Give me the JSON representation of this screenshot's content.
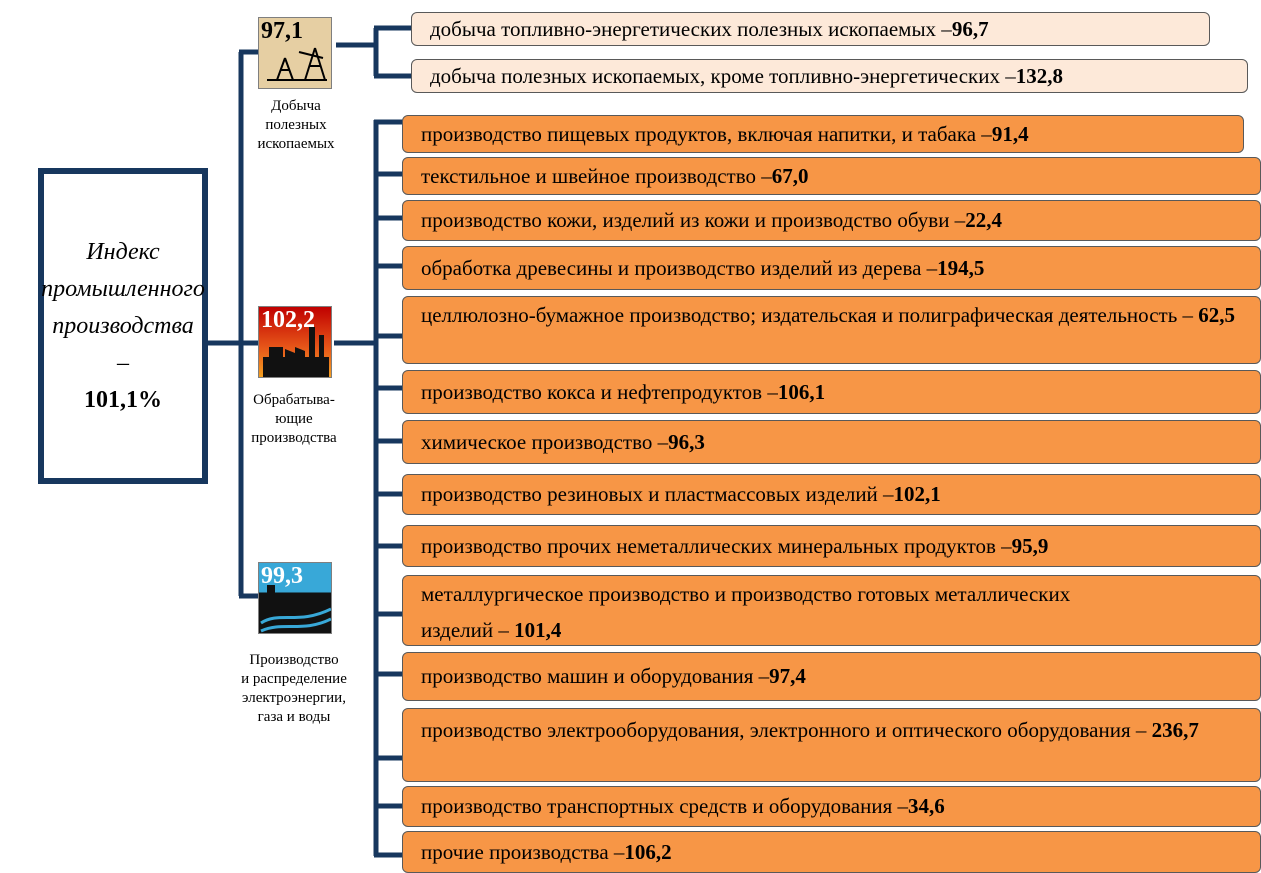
{
  "main": {
    "line1": "Индекс",
    "line2": "промышленного",
    "line3": "производства –",
    "value": "101,1%"
  },
  "sectors": [
    {
      "value": "97,1",
      "caption": [
        "Добыча",
        "полезных",
        "ископаемых"
      ],
      "icon": "oil-derrick-icon"
    },
    {
      "value": "102,2",
      "caption": [
        "Обрабатыва-",
        "ющие",
        "производства"
      ],
      "icon": "factory-icon"
    },
    {
      "value": "99,3",
      "caption": [
        "Производство",
        "и распределение",
        "электроэнергии,",
        "газа и воды"
      ],
      "icon": "power-plant-icon"
    }
  ],
  "mining_items": [
    {
      "label": "добыча топливно-энергетических полезных ископаемых – ",
      "value": "96,7"
    },
    {
      "label": "добыча полезных ископаемых, кроме топливно-энергетических – ",
      "value": "132,8"
    }
  ],
  "manufacturing_items": [
    {
      "label": "производство пищевых продуктов, включая напитки, и табака – ",
      "value": "91,4"
    },
    {
      "label": "текстильное и швейное производство – ",
      "value": "67,0"
    },
    {
      "label": "производство кожи, изделий из кожи и производство обуви – ",
      "value": "22,4"
    },
    {
      "label": "обработка древесины и производство изделий из дерева – ",
      "value": "194,5"
    },
    {
      "label": "целлюлозно-бумажное производство; издательская и полиграфическая деятельность – ",
      "value": "62,5"
    },
    {
      "label": "производство кокса и нефтепродуктов – ",
      "value": "106,1"
    },
    {
      "label": "химическое производство – ",
      "value": "96,3"
    },
    {
      "label": "производство резиновых и пластмассовых изделий – ",
      "value": "102,1"
    },
    {
      "label": "производство прочих неметаллических минеральных продуктов – ",
      "value": "95,9"
    },
    {
      "label": "металлургическое производство и производство готовых металлических изделий – ",
      "value": "101,4"
    },
    {
      "label": "производство машин и оборудования – ",
      "value": "97,4"
    },
    {
      "label": "производство электрооборудования, электронного и оптического оборудования – ",
      "value": "236,7"
    },
    {
      "label": "производство транспортных средств и оборудования – ",
      "value": "34,6"
    },
    {
      "label": "прочие производства – ",
      "value": "106,2"
    }
  ],
  "colors": {
    "navy": "#17375e",
    "orange": "#f79646",
    "light": "#fde9d9"
  }
}
